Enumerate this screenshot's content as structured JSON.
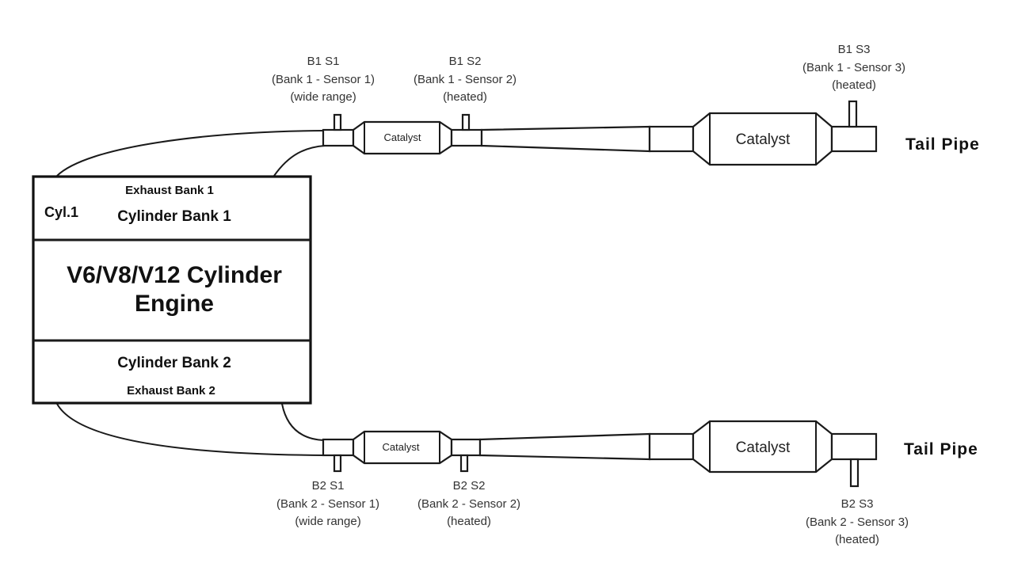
{
  "engine": {
    "title_line1": "V6/V8/V12 Cylinder",
    "title_line2": "Engine",
    "cyl_label": "Cyl.1",
    "bank1_label": "Cylinder Bank 1",
    "bank2_label": "Cylinder Bank 2",
    "exhaust1_label": "Exhaust Bank 1",
    "exhaust2_label": "Exhaust Bank 2"
  },
  "catalysts": {
    "small_label": "Catalyst",
    "large_label": "Catalyst"
  },
  "tail_pipe_label": "Tail Pipe",
  "sensors": {
    "b1s1": {
      "code": "B1 S1",
      "desc": "(Bank 1 - Sensor 1)",
      "type": "(wide range)"
    },
    "b1s2": {
      "code": "B1 S2",
      "desc": "(Bank 1 - Sensor 2)",
      "type": "(heated)"
    },
    "b1s3": {
      "code": "B1 S3",
      "desc": "(Bank 1 - Sensor 3)",
      "type": "(heated)"
    },
    "b2s1": {
      "code": "B2 S1",
      "desc": "(Bank 2 - Sensor 1)",
      "type": "(wide range)"
    },
    "b2s2": {
      "code": "B2 S2",
      "desc": "(Bank 2 - Sensor 2)",
      "type": "(heated)"
    },
    "b2s3": {
      "code": "B2 S3",
      "desc": "(Bank 2 - Sensor 3)",
      "type": "(heated)"
    }
  }
}
